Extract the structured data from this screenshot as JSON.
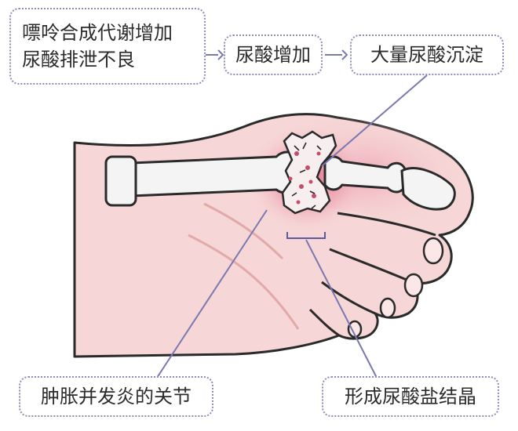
{
  "labels": {
    "cause": "嘌呤合成代谢增加\n尿酸排泄不良",
    "uric_acid_increase": "尿酸增加",
    "urate_deposit": "大量尿酸沉淀",
    "swollen_joint": "肿胀并发炎的关节",
    "urate_crystals": "形成尿酸盐结晶"
  },
  "colors": {
    "skin": "#f6d6d6",
    "skin_shadow": "#ecb9b9",
    "inflammation": "#e7859a",
    "bone": "#f4f4f4",
    "outline": "#2a2a2a",
    "box_border": "#8d8db5",
    "leader_line": "#7a78b0"
  }
}
